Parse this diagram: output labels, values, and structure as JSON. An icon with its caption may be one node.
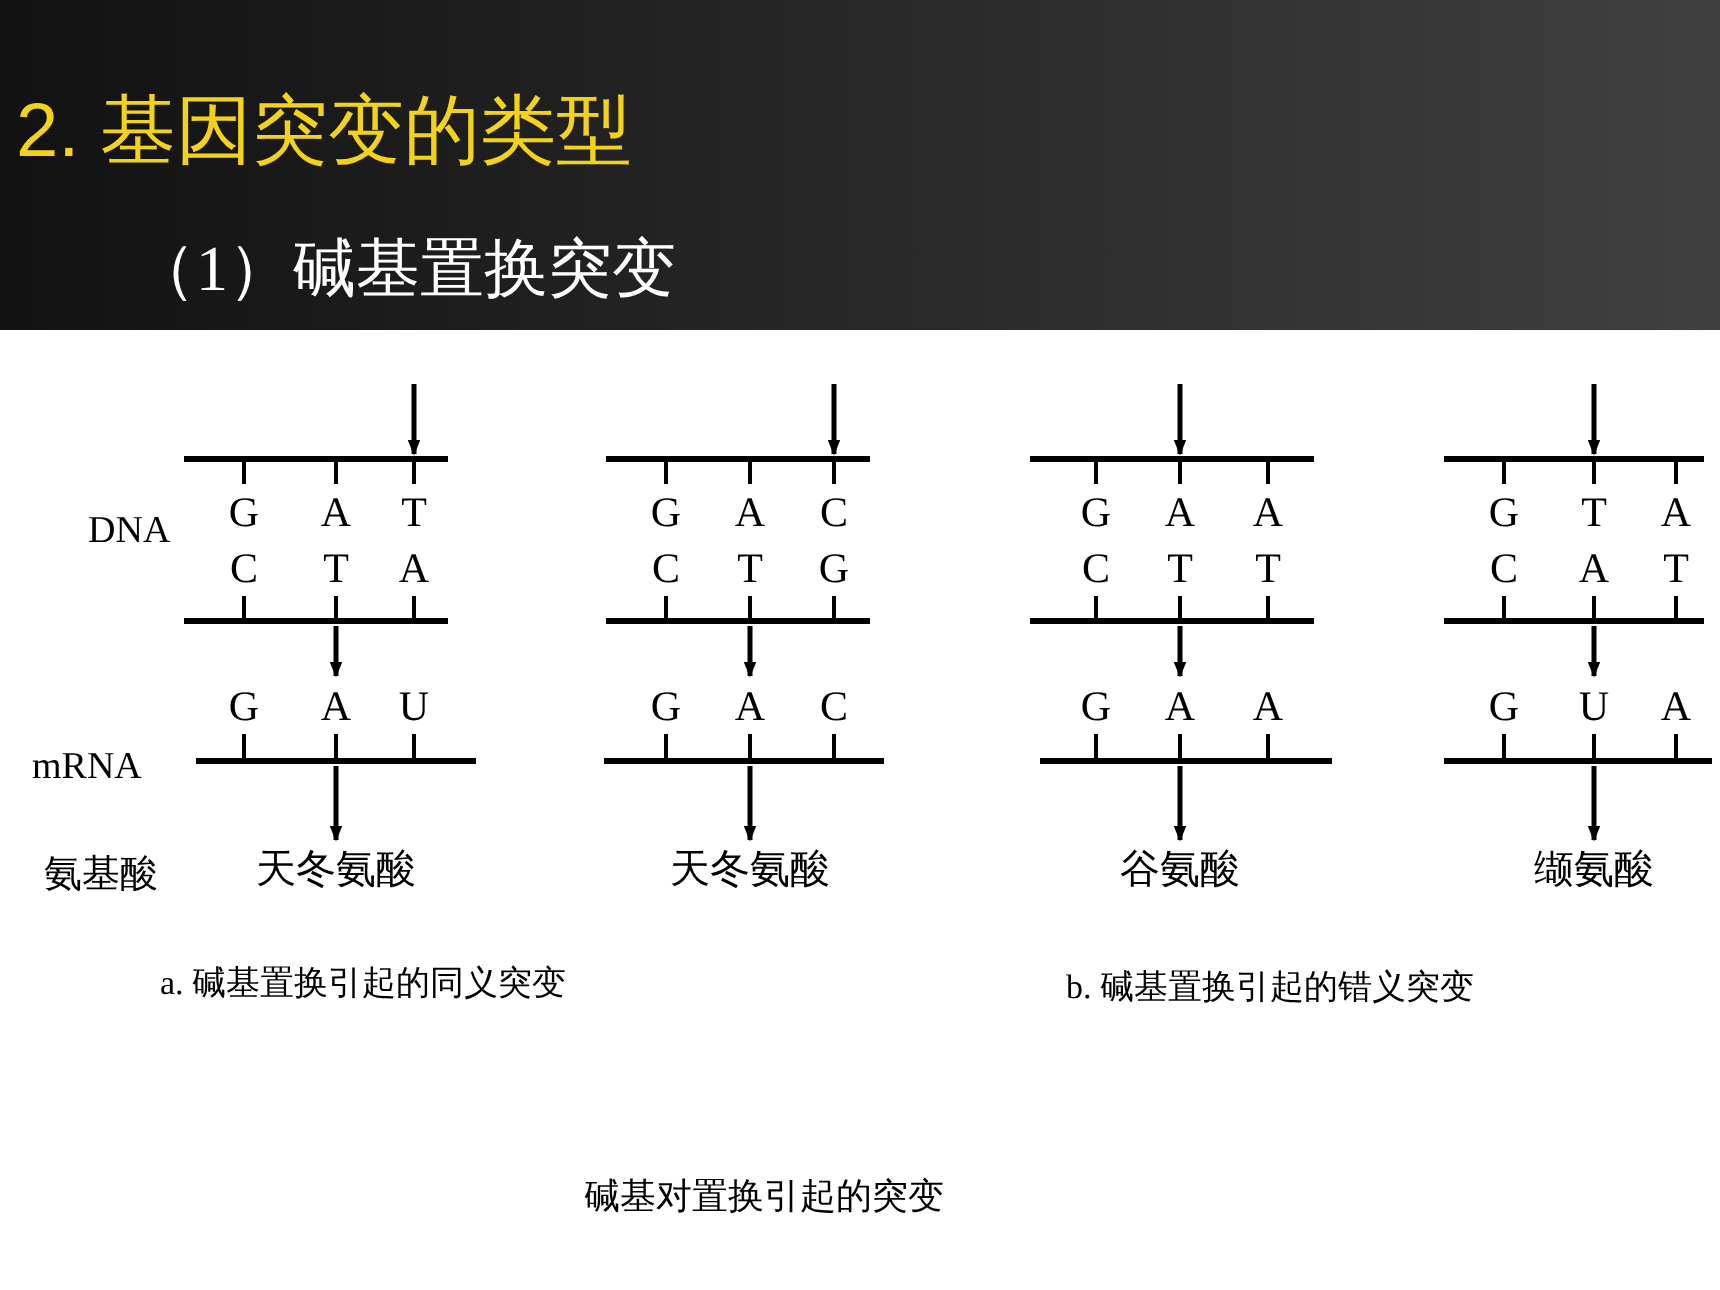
{
  "diagram": {
    "title": "2. 基因突变的类型",
    "caption": "碱基对置换引起的突变",
    "nodes": [
      {
        "text": [
          "G",
          "A",
          "T",
          "C",
          "T",
          "A"
        ]
      },
      {
        "text": [
          "G",
          "A",
          "U"
        ]
      },
      {
        "text": [
          "天冬氨酸"
        ]
      },
      {
        "text": [
          "G",
          "A",
          "C",
          "C",
          "T",
          "G"
        ]
      },
      {
        "text": [
          "G",
          "A",
          "C"
        ]
      },
      {
        "text": [
          "天冬氨酸"
        ]
      },
      {
        "text": [
          "G",
          "A",
          "A",
          "C",
          "T",
          "T"
        ]
      },
      {
        "text": [
          "G",
          "A",
          "A"
        ]
      },
      {
        "text": [
          "谷氨酸"
        ]
      },
      {
        "text": [
          "G",
          "T",
          "A",
          "C",
          "A",
          "T"
        ]
      },
      {
        "text": [
          "G",
          "U",
          "A"
        ]
      },
      {
        "text": [
          "缬氨酸"
        ]
      }
    ],
    "edges": [
      {
        "from": null,
        "to": 0,
        "arrow": "to"
      },
      {
        "from": 0,
        "to": 1,
        "arrow": "to"
      },
      {
        "from": 1,
        "to": 2,
        "arrow": "to"
      },
      {
        "from": null,
        "to": 3,
        "arrow": "to"
      },
      {
        "from": 3,
        "to": 4,
        "arrow": "to"
      },
      {
        "from": 4,
        "to": 5,
        "arrow": "to"
      },
      {
        "from": null,
        "to": 6,
        "arrow": "to"
      },
      {
        "from": 6,
        "to": 7,
        "arrow": "to"
      },
      {
        "from": 7,
        "to": 8,
        "arrow": "to"
      },
      {
        "from": null,
        "to": 9,
        "arrow": "to"
      },
      {
        "from": 9,
        "to": 10,
        "arrow": "to"
      },
      {
        "from": 10,
        "to": 11,
        "arrow": "to"
      }
    ],
    "labels": [
      "（1）碱基置换突变",
      "DNA",
      "mRNA",
      "氨基酸",
      "a. 碱基置换引起的同义突变",
      "b. 碱基置换引起的错义突变"
    ]
  }
}
